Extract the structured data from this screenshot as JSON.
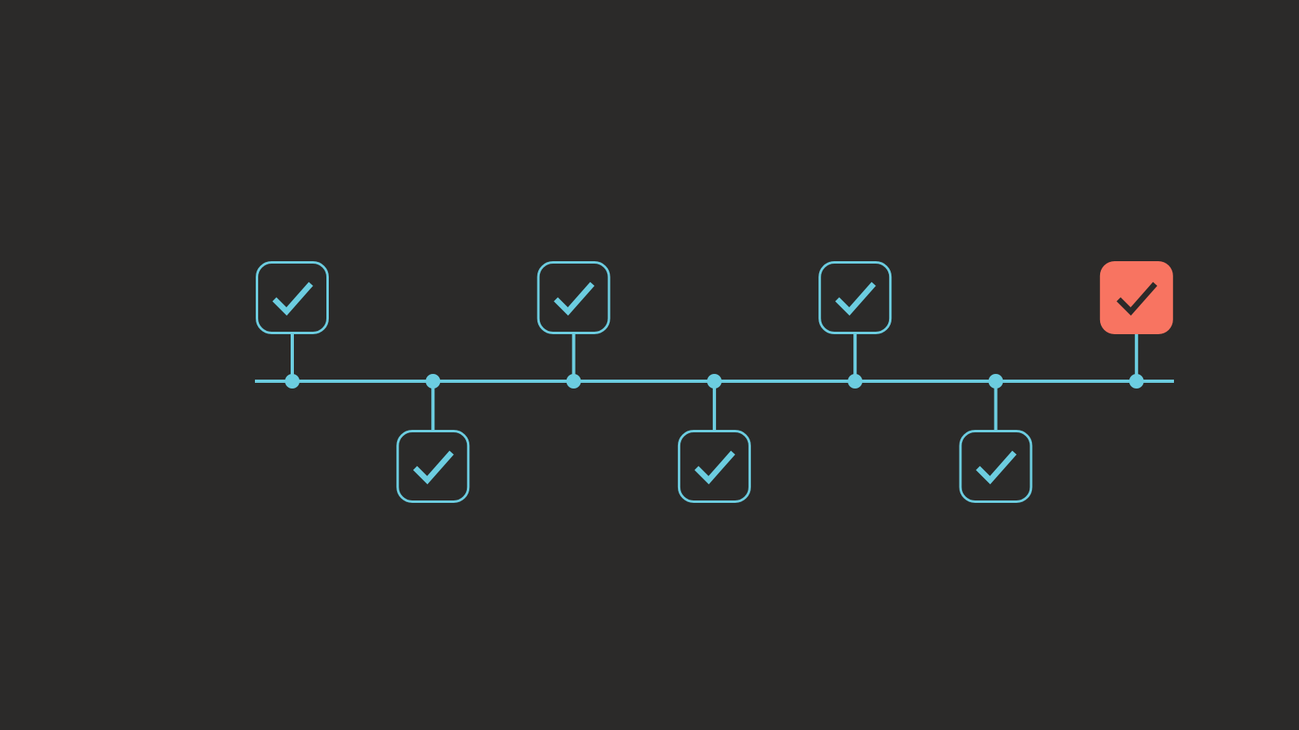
{
  "colors": {
    "background": "#2b2a29",
    "line": "#6ccde0",
    "box_outline": "#6ccde0",
    "check": "#6ccde0",
    "highlight_fill": "#f87461",
    "highlight_check": "#2b2a29"
  },
  "timeline": {
    "milestones": [
      {
        "side": "above",
        "state": "complete",
        "icon": "check-icon",
        "highlight": false
      },
      {
        "side": "below",
        "state": "complete",
        "icon": "check-icon",
        "highlight": false
      },
      {
        "side": "above",
        "state": "complete",
        "icon": "check-icon",
        "highlight": false
      },
      {
        "side": "below",
        "state": "complete",
        "icon": "check-icon",
        "highlight": false
      },
      {
        "side": "above",
        "state": "complete",
        "icon": "check-icon",
        "highlight": false
      },
      {
        "side": "below",
        "state": "complete",
        "icon": "check-icon",
        "highlight": false
      },
      {
        "side": "above",
        "state": "complete",
        "icon": "check-icon",
        "highlight": true
      }
    ]
  }
}
